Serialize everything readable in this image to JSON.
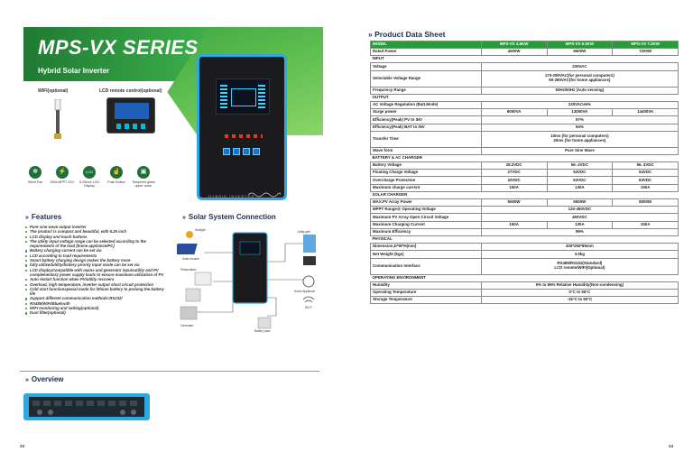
{
  "left": {
    "title": "MPS-VX SERIES",
    "subtitle": "Hybrid Solar Inverter",
    "option_wifi": "WIFI(optional)",
    "option_lcd": "LCD remote control(optional)",
    "inverter_brand": "HYBRID INVERTER",
    "feature_icons": [
      {
        "icon": "fan-icon",
        "glyph": "✻",
        "label": "Silent Fan"
      },
      {
        "icon": "mppt-icon",
        "glyph": "⚡",
        "label": "150A MPPT SCC"
      },
      {
        "icon": "lcd-icon",
        "glyph": "LCD",
        "label": "6.25inch LCD Display"
      },
      {
        "icon": "push-button-icon",
        "glyph": "☝",
        "label": "Push Button"
      },
      {
        "icon": "tempered-glass-icon",
        "glyph": "▣",
        "label": "Tempered glass upper cover"
      }
    ],
    "features_heading": "Features",
    "features": [
      "Pure sine wave output inverter",
      "The product is compact and beautiful, with 6.25 inch",
      "LCD display and touch buttons",
      "The utility input voltage range can be selected according to the requirements of the load (home appliance/PC)",
      "Battery charging current can be set via",
      "LCD according to load requirements",
      "Smart battery charging design makes the battery more",
      "fully utilizedutility/battery priority input mode can be set via",
      "LCD displayCompatible with mains and generator inputsutility and PV complementary power supply loads to ensure maximum utilization of PV",
      "Auto restart function when PV/utility recovers",
      "Overload, high temperature, inverter output short circuit protection",
      "Cold start functionspecial mode for lithium battery to prolong the battery life",
      "Support different communication methods:RS232/",
      "RS485/WIFI/Bluetooth",
      "WIFI monitoring and setting(optional)",
      "Dust filter(optional)"
    ],
    "solar_heading": "Solar System Connection",
    "diagram_labels": {
      "sunlight": "Sunlight",
      "solar_module": "Solar module",
      "pv_controller": "Photovoltaic",
      "home_appliance": "Home Appliance",
      "wifi": "WI-FI",
      "utility": "Utility grid",
      "battery": "Battery pack",
      "generator": "Generator"
    },
    "overview_heading": "Overview",
    "page_number": "23"
  },
  "right": {
    "heading": "Product Data Sheet",
    "page_number": "24",
    "colors": {
      "header_green": "#2a9a3a",
      "title_navy": "#1b2d4f",
      "inverter_blue": "#2ea8e0"
    },
    "table": {
      "columns": [
        "MODEL",
        "MPS-VX 4.5KW",
        "MPS-VX 6.5KW",
        "MPS-VX 7.2KW"
      ],
      "rows": [
        {
          "type": "row",
          "cells": [
            "Rated Power",
            "4500W",
            "6500W",
            "7200W"
          ]
        },
        {
          "type": "section",
          "label": "INPUT"
        },
        {
          "type": "span",
          "label": "Voltage",
          "value": "230VAC"
        },
        {
          "type": "span-tall",
          "label": "Selectable Voltage Range",
          "value": "170-280VAC(for personal computers)",
          "value2": "90-280VAC(for home appliances)"
        },
        {
          "type": "span",
          "label": "Frequency Range",
          "value": "50Hz/60Hz (Auto sensing)"
        },
        {
          "type": "section",
          "label": "OUTPUT"
        },
        {
          "type": "span",
          "label": "AC Voltage Regulation (Batt.Mode)",
          "value": "230VAC±5%"
        },
        {
          "type": "row",
          "cells": [
            "Surge power",
            "9000VA",
            "13000VA",
            "14400VA"
          ]
        },
        {
          "type": "span",
          "label": "Efficiency(Peak) PV to INV",
          "value": "97%"
        },
        {
          "type": "span",
          "label": "Efficiency(Peak) BAT to INV",
          "value": "94%"
        },
        {
          "type": "span-tall",
          "label": "Transfer Time",
          "value": "10ms (for personal computers)",
          "value2": "20ms (for home appliances)"
        },
        {
          "type": "span",
          "label": "Wave form",
          "value": "Pure Sine Wave"
        },
        {
          "type": "section",
          "label": "BATTERY & AC CHARGER"
        },
        {
          "type": "row",
          "cells": [
            "Battery Voltage",
            "28.2VDC",
            "56. 4VDC",
            "56. 4VDC"
          ]
        },
        {
          "type": "row",
          "cells": [
            "Floating Charge Voltage",
            "27VDC",
            "54VDC",
            "54VDC"
          ]
        },
        {
          "type": "row",
          "cells": [
            "Overcharge Protection",
            "32VDC",
            "63VDC",
            "63VDC"
          ]
        },
        {
          "type": "row",
          "cells": [
            "Maximum charge current",
            "150A",
            "130A",
            "150A"
          ]
        },
        {
          "type": "section",
          "label": "SOLAR CHARGER"
        },
        {
          "type": "row",
          "cells": [
            "MAX.PV Array Power",
            "5500W",
            "6500W",
            "8000W"
          ]
        },
        {
          "type": "span",
          "label": "MPPT Range@ Operating Voltage",
          "value": "120-450VDC"
        },
        {
          "type": "span",
          "label": "Maximum PV Array Open Circuit Voltage",
          "value": "450VDC"
        },
        {
          "type": "row",
          "cells": [
            "Maximum Charging Current",
            "150A",
            "130A",
            "150A"
          ]
        },
        {
          "type": "span",
          "label": "Maximum Efficiency",
          "value": "99%"
        },
        {
          "type": "section",
          "label": "PHYSICAL"
        },
        {
          "type": "span",
          "label": "Dimension,D*W*H(mm)",
          "value": "400*250*85mm"
        },
        {
          "type": "span",
          "label": "Net Weight (kgs)",
          "value": "3.5kg"
        },
        {
          "type": "span-tall",
          "label": "Communication Interfacs",
          "value": "RS485/RS232(Standard)",
          "value2": "LCD remote/WIFI(Optional)"
        },
        {
          "type": "section",
          "label": "OPERATING ENVIRONMENT"
        },
        {
          "type": "span",
          "label": "Humidity",
          "value": "5% to 95% Relative Humidity(Non-condensing)"
        },
        {
          "type": "span",
          "label": "Operating Temperature",
          "value": "0°C to 55°C"
        },
        {
          "type": "span",
          "label": "Storage Temperature",
          "value": "-15°C to 60°C"
        }
      ]
    }
  }
}
